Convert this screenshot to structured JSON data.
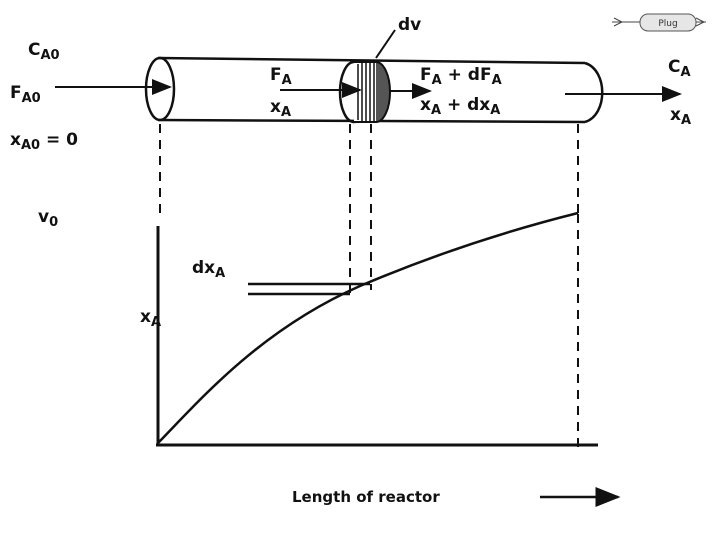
{
  "badge": {
    "label": "Plug"
  },
  "inlet": {
    "c_main": "C",
    "c_sub": "A0",
    "f_main": "F",
    "f_sub": "A0",
    "x_main": "x",
    "x_sub": "A0",
    "x_tail": " = 0",
    "v_main": "v",
    "v_sub": "0"
  },
  "element": {
    "dv": "dv",
    "fa_main": "F",
    "fa_sub": "A",
    "xa_main": "x",
    "xa_sub": "A",
    "fout_main": "F",
    "fout_sub": "A",
    "fout_tail": " + dF",
    "fout_sub2": "A",
    "xout_main": "x",
    "xout_sub": "A",
    "xout_tail": " + dx",
    "xout_sub2": "A"
  },
  "outlet": {
    "c_main": "C",
    "c_sub": "A",
    "x_main": "x",
    "x_sub": "A"
  },
  "plot": {
    "ylabel_main": "x",
    "ylabel_sub": "A",
    "dx_main": "dx",
    "dx_sub": "A",
    "xlabel": "Length of reactor"
  }
}
